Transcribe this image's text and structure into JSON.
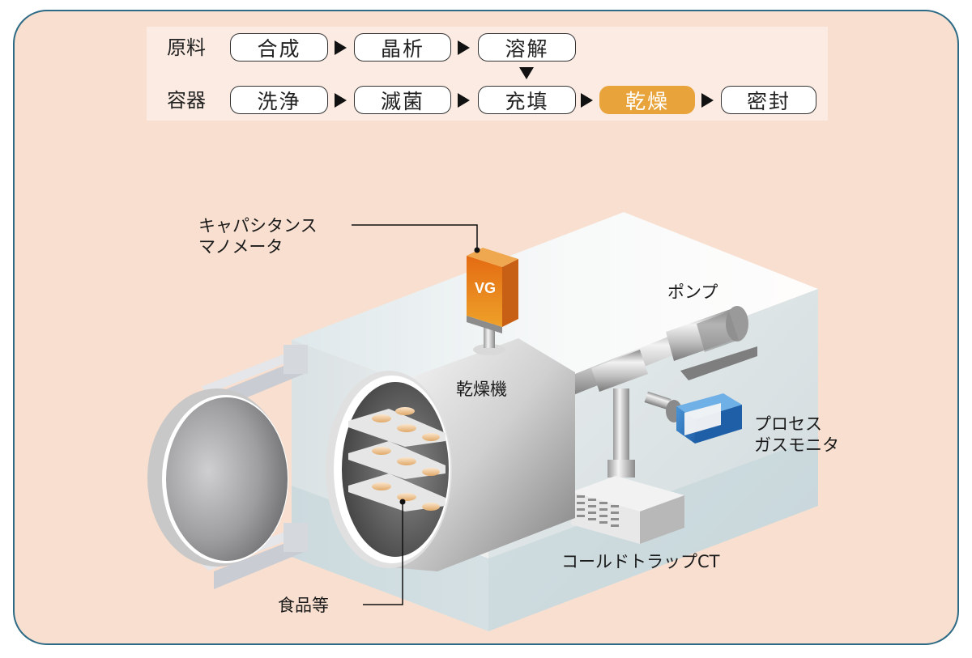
{
  "process": {
    "rows": [
      {
        "label": "原料",
        "steps": [
          "合成",
          "晶析",
          "溶解"
        ]
      },
      {
        "label": "容器",
        "steps": [
          "洗浄",
          "滅菌",
          "充填",
          "乾燥",
          "密封"
        ]
      }
    ],
    "active_step": "乾燥",
    "colors": {
      "active": "#e8a33a",
      "frame_border": "#2c6a85",
      "background": "#f8dfcf"
    }
  },
  "illustration": {
    "vg_text": "VG",
    "labels": {
      "manometer_line1": "キャパシタンス",
      "manometer_line2": "マノメータ",
      "pump": "ポンプ",
      "dryer": "乾燥機",
      "gas_monitor_line1": "プロセス",
      "gas_monitor_line2": "ガスモニタ",
      "cold_trap": "コールドトラップCT",
      "food": "食品等"
    }
  }
}
